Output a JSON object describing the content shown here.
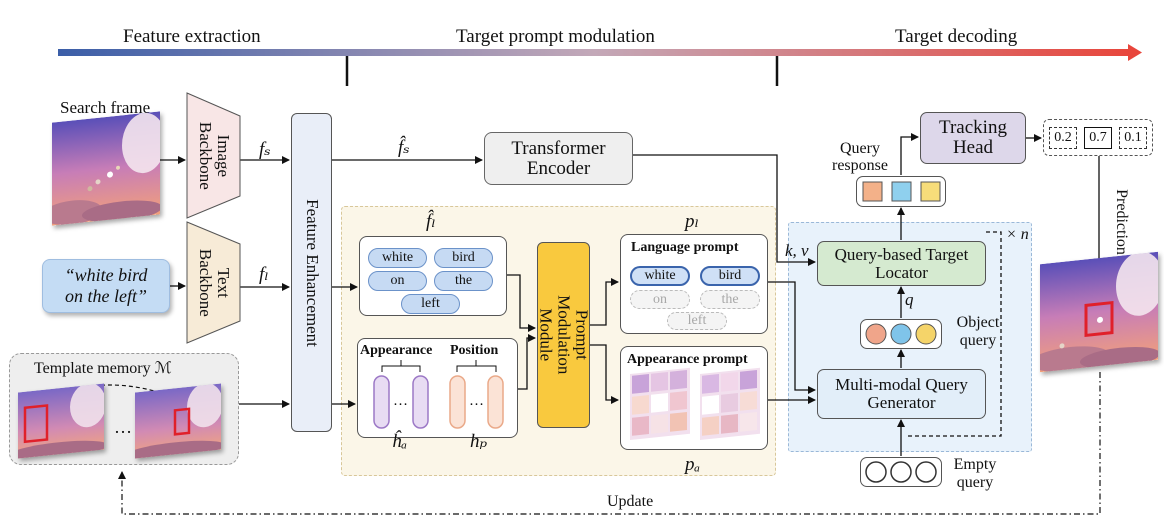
{
  "phases": {
    "feature_extraction": "Feature extraction",
    "target_prompt_modulation": "Target prompt modulation",
    "target_decoding": "Target decoding"
  },
  "inputs": {
    "search_frame": "Search frame",
    "text_query": "“white bird on the left”",
    "template_memory": "Template memory ℳ",
    "ellipsis": "…"
  },
  "backbones": {
    "image": "Image Backbone",
    "text": "Text Backbone"
  },
  "features": {
    "fs": "fₛ",
    "fl": "fₗ",
    "fs_hat": "f̂ₛ",
    "fl_hat": "f̂ₗ",
    "pl": "pₗ",
    "pa": "pₐ",
    "ha_hat": "ĥₐ",
    "hp": "hₚ",
    "kv": "k, v",
    "q": "q",
    "times_n": "× n"
  },
  "modules": {
    "feature_enhancement": "Feature Enhancement",
    "transformer_encoder": "Transformer Encoder",
    "prompt_modulation": "Prompt Modulation Module",
    "query_locator": "Query-based Target Locator",
    "query_generator": "Multi-modal Query Generator",
    "tracking_head": "Tracking Head"
  },
  "words": [
    "white",
    "bird",
    "on",
    "the",
    "left"
  ],
  "labels": {
    "appearance": "Appearance",
    "position": "Position",
    "language_prompt": "Language prompt",
    "appearance_prompt": "Appearance prompt",
    "query_response": "Query response",
    "object_query": "Object query",
    "empty_query": "Empty query",
    "prediction": "Prediction",
    "update": "Update",
    "dots": "…"
  },
  "scores": [
    "0.2",
    "0.7",
    "0.1"
  ],
  "colors": {
    "arrow_start": "#3b5ea8",
    "arrow_end": "#e8463c",
    "feature_enhancement": "#e9eef8",
    "backbone_image": "#f8e6e6",
    "backbone_text": "#f7ebd7",
    "prompt_module": "#f9c93e",
    "locator": "#d5ead0",
    "tracking_head": "#ddd7ea",
    "decoder_region": "#e8f2fb",
    "prompt_region": "#fbf6e8",
    "response_colors": [
      "#f3b189",
      "#8fd0ee",
      "#f7dd7a"
    ],
    "query_colors": [
      "#f0a58a",
      "#7fc4ea",
      "#f5d469"
    ]
  }
}
